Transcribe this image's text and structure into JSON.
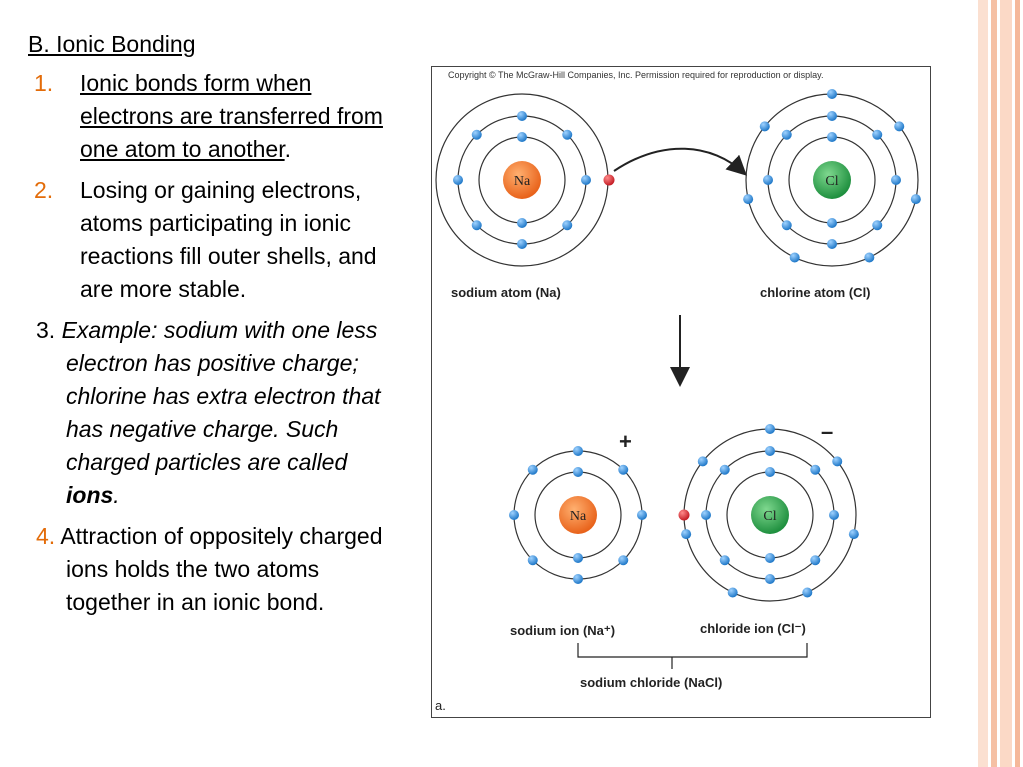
{
  "heading": "B. Ionic Bonding",
  "points": [
    {
      "num": "1.",
      "text_underlined": "Ionic bonds form when electrons are transferred from one atom to another",
      "text_after": "."
    },
    {
      "num": "2.",
      "text": "Losing or gaining electrons, atoms participating in ionic reactions fill outer shells, and are more stable."
    },
    {
      "num": "3.",
      "text_italic": "Example: sodium with one less electron has positive charge; chlorine has extra electron that has negative charge. Such charged particles are called ",
      "bold_italic": "ions",
      "text_end": "."
    },
    {
      "num": "4.",
      "text": "Attraction of oppositely charged ions holds the two atoms together in an ionic bond."
    }
  ],
  "figure": {
    "copyright": "Copyright © The McGraw-Hill Companies, Inc. Permission required for reproduction or display.",
    "na_symbol": "Na",
    "cl_symbol": "Cl",
    "sodium_atom_label": "sodium atom (Na)",
    "chlorine_atom_label": "chlorine atom (Cl)",
    "sodium_ion_label": "sodium ion (Na⁺)",
    "chloride_ion_label": "chloride ion (Cl⁻)",
    "plus_sign": "+",
    "minus_sign": "–",
    "compound_label": "sodium chloride (NaCl)",
    "panel_letter": "a."
  },
  "colors": {
    "accent_orange": "#e36c09",
    "sodium_nucleus": "#f47b2a",
    "chlorine_nucleus": "#2fa84f",
    "electron": "#2f8fd6",
    "transfer_electron": "#d7282f",
    "stripe_light": "#fbd9c6",
    "stripe_dark": "#f5b89a"
  }
}
